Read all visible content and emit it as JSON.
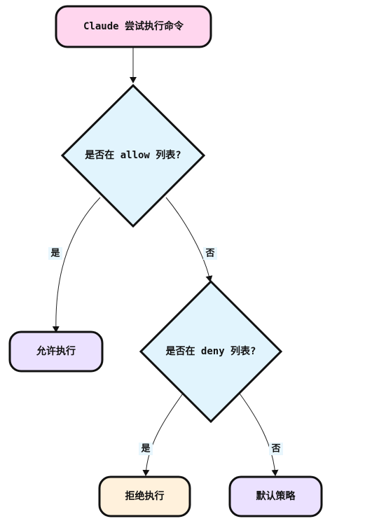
{
  "diagram": {
    "nodes": {
      "start": {
        "label": "Claude 尝试执行命令",
        "fill": "#ffd6ee"
      },
      "allow_check": {
        "label": "是否在 allow 列表?",
        "fill": "#e1f4fd"
      },
      "allow_exec": {
        "label": "允许执行",
        "fill": "#ebe1ff"
      },
      "deny_check": {
        "label": "是否在 deny 列表?",
        "fill": "#e1f4fd"
      },
      "deny_exec": {
        "label": "拒绝执行",
        "fill": "#fff1dc"
      },
      "default_policy": {
        "label": "默认策略",
        "fill": "#ebe1ff"
      }
    },
    "edges": {
      "allow_yes": "是",
      "allow_no": "否",
      "deny_yes": "是",
      "deny_no": "否"
    },
    "colors": {
      "stroke": "#111111",
      "edge": "#222222",
      "label_bg": "#e8f6fd"
    }
  }
}
